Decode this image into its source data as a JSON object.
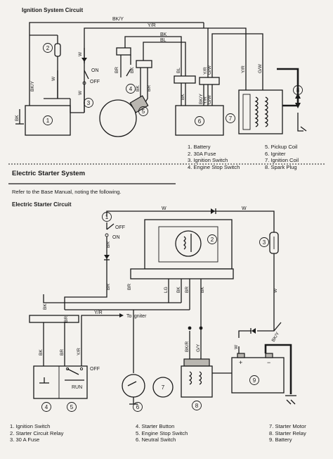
{
  "ignition": {
    "title": "Ignition System Circuit",
    "wire_labels": {
      "bky_top": "BK/Y",
      "yr_top": "Y/R",
      "bk_top": "BK",
      "bl_top": "BL",
      "bky_batt": "BK/Y",
      "bk_batt": "BK",
      "w1": "W",
      "w2": "W",
      "w3": "W",
      "br_sw": "BR",
      "bk_sw": "BK",
      "br_c": "BR",
      "bk_c": "BK",
      "on": "ON",
      "off": "OFF",
      "bl_ign": "BL",
      "bk_ign": "BK",
      "bky_ign": "BK/Y",
      "yr_ign": "Y/R",
      "gw_ign": "G/W",
      "yr_ign_top": "Y/R",
      "gw_ign_top": "G/W",
      "yr_coil": "Y/R",
      "gw_coil": "G/W"
    },
    "numbers": [
      "1",
      "2",
      "3",
      "4",
      "5",
      "6",
      "7",
      "8"
    ],
    "legend": [
      "1. Battery",
      "2. 30A Fuse",
      "3. Ignition Switch",
      "4. Engine Stop Switch",
      "5. Pickup Coil",
      "6. Igniter",
      "7. Ignition Coil",
      "8. Spark Plug"
    ]
  },
  "starter": {
    "section_title": "Electric Starter System",
    "note": "Refer to the Base Manual, noting the following.",
    "title": "Electric Starter Circuit",
    "wire_labels": {
      "w_top1": "W",
      "w_top2": "W",
      "off": "OFF",
      "on": "ON",
      "br1": "BR",
      "br2": "BR",
      "br_u": "BR",
      "lg": "LG",
      "bk_u": "BK",
      "br_u2": "BR",
      "bk_u2": "BK",
      "w_right": "W",
      "bk_l": "BK",
      "br_l": "BR",
      "yr_mid": "Y/R",
      "to_igniter": "To igniter",
      "bk_sw1": "BK",
      "br_sw1": "BR",
      "yr_sw1": "Y/R",
      "off2": "OFF",
      "run": "RUN",
      "bkr": "BK/R",
      "gy": "G/Y",
      "bky": "BK/Y",
      "w_relay": "W",
      "plus": "+",
      "minus": "−"
    },
    "numbers": [
      "1",
      "2",
      "3",
      "4",
      "5",
      "6",
      "7",
      "8",
      "9"
    ],
    "legend": [
      "1. Ignition Switch",
      "2. Starter Circuit Relay",
      "3. 30 A Fuse",
      "4. Starter Button",
      "5. Engine Stop Switch",
      "6. Neutral Switch",
      "7. Starter Motor",
      "8. Starter Relay",
      "9. Battery"
    ]
  }
}
